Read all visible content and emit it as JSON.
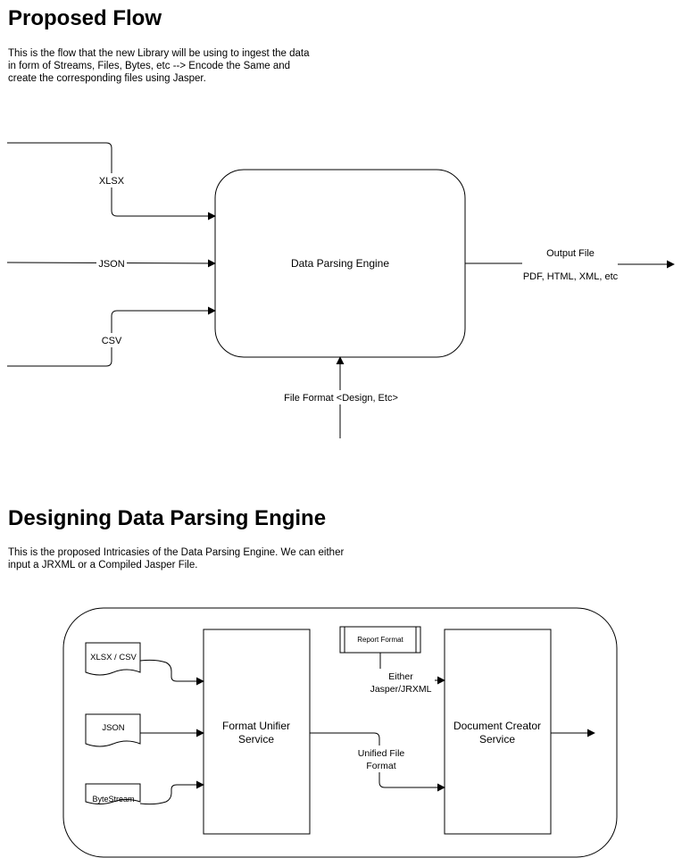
{
  "section1": {
    "title": "Proposed Flow",
    "description_lines": [
      "This is the flow that the new Library will be using to ingest the data",
      "in form of Streams, Files, Bytes, etc --> Encode the Same and",
      "create the corresponding files using Jasper."
    ],
    "engine_label": "Data Parsing Engine",
    "input_xlsx": "XLSX",
    "input_json": "JSON",
    "input_csv": "CSV",
    "output_label": "Output File",
    "output_formats": "PDF, HTML, XML, etc",
    "file_format_label": "File Format <Design, Etc>"
  },
  "section2": {
    "title": "Designing Data Parsing Engine",
    "description_lines": [
      "This is the proposed Intricasies of the Data Parsing Engine. We can either",
      "input a JRXML or a Compiled Jasper File."
    ],
    "doc_xlsx_csv": "XLSX / CSV",
    "doc_json": "JSON",
    "doc_bytestream": "ByteStream",
    "unifier_lines": [
      "Format Unifier",
      "Service"
    ],
    "creator_lines": [
      "Document Creator",
      "Service"
    ],
    "report_format": "Report Format",
    "either_lines": [
      "Either",
      "Jasper/JRXML"
    ],
    "unified_lines": [
      "Unified File",
      "Format"
    ]
  }
}
